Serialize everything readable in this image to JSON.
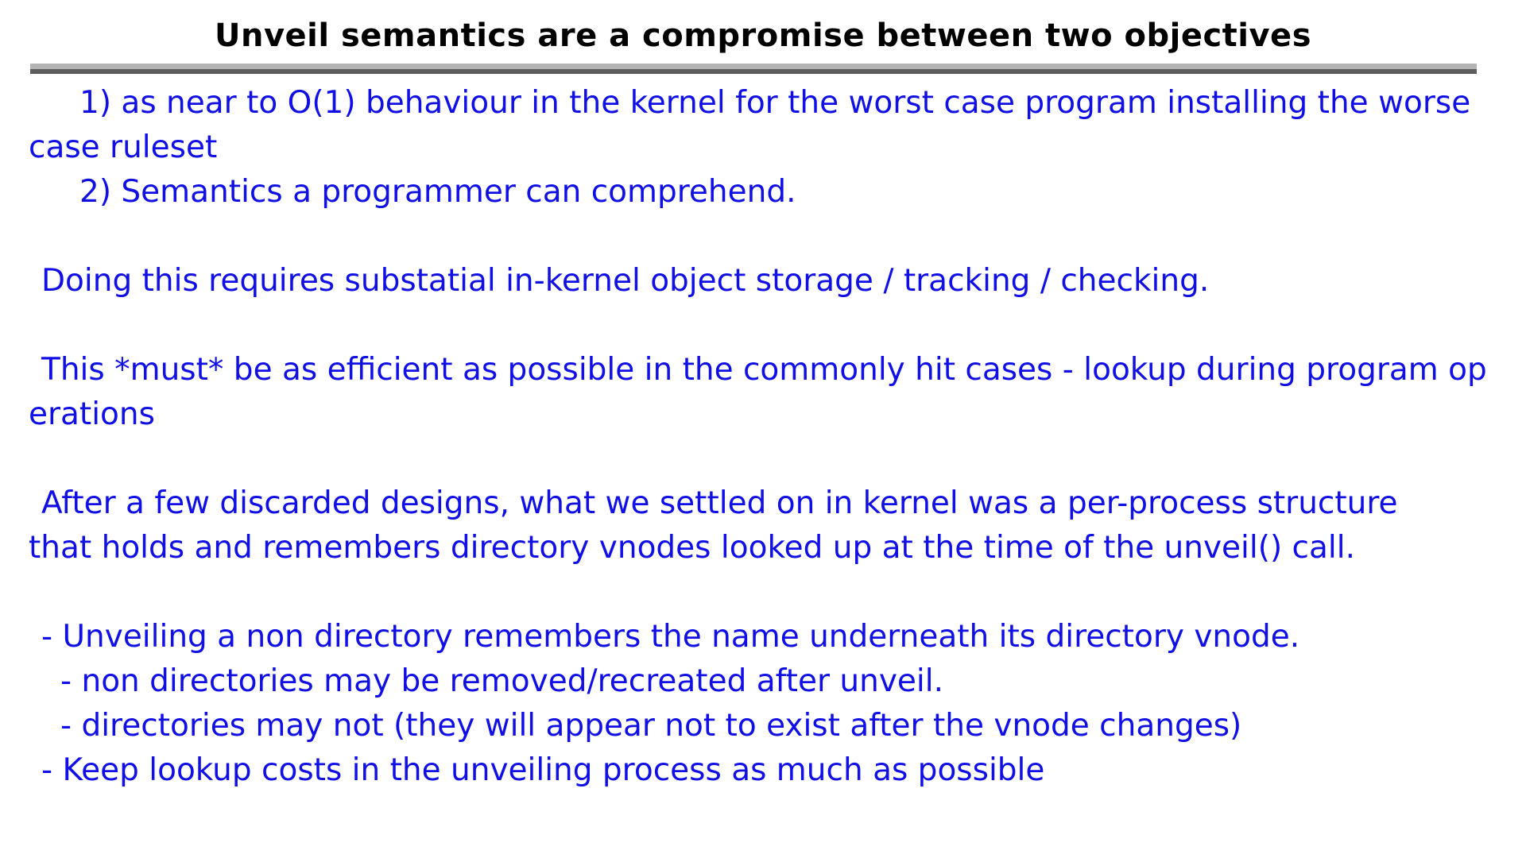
{
  "page": {
    "colors": {
      "background": "#ffffff",
      "title_text": "#000000",
      "body_text": "#0f0fe6",
      "rule_top": "#b3b3b3",
      "rule_bottom": "#5c5c5c"
    }
  },
  "header": {
    "title": "Unveil semantics are a compromise between two objectives"
  },
  "content": {
    "lines": [
      {
        "indent": "num",
        "text": "1) as near to O(1) behaviour in the kernel for the worst case program installing the worse"
      },
      {
        "indent": "wrap",
        "text": "case ruleset"
      },
      {
        "indent": "num",
        "text": "2) Semantics a programmer can comprehend."
      },
      {
        "indent": "blank",
        "text": ""
      },
      {
        "indent": "sp1",
        "text": "Doing this requires substatial in-kernel object storage / tracking / checking."
      },
      {
        "indent": "blank",
        "text": ""
      },
      {
        "indent": "sp1",
        "text": "This *must* be as efficient as possible in the commonly hit cases - lookup during program op"
      },
      {
        "indent": "wrap",
        "text": "erations"
      },
      {
        "indent": "blank",
        "text": ""
      },
      {
        "indent": "sp1",
        "text": "After a few discarded designs, what we settled on in kernel was a per-process structure"
      },
      {
        "indent": "wrap",
        "text": "that holds and remembers directory vnodes looked up at the time of the unveil() call."
      },
      {
        "indent": "blank",
        "text": ""
      },
      {
        "indent": "sp1",
        "text": "- Unveiling a non directory remembers the name underneath its directory vnode."
      },
      {
        "indent": "sp2",
        "text": "- non directories may be removed/recreated after unveil."
      },
      {
        "indent": "sp2",
        "text": "- directories may not (they will appear not to exist after the vnode changes)"
      },
      {
        "indent": "sp1",
        "text": "- Keep lookup costs in the unveiling process as much as possible"
      }
    ]
  }
}
